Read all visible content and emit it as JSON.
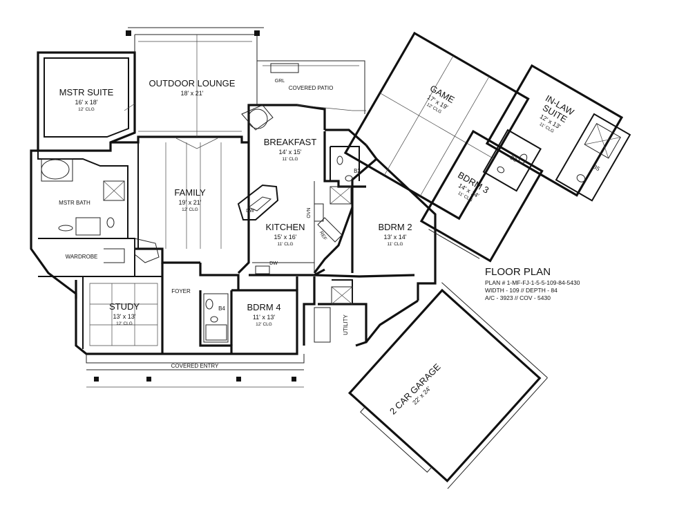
{
  "plan_info": {
    "title": "FLOOR PLAN",
    "lines": [
      "PLAN # 1-MF-FJ-1-5-5-109-84-5430",
      "WIDTH - 109 // DEPTH - 84",
      "A/C - 3923 // COV - 5430"
    ]
  },
  "rooms": {
    "mstr_suite": {
      "name": "MSTR SUITE",
      "dim": "16' x 18'",
      "clg": "12' CLG"
    },
    "outdoor_lounge": {
      "name": "OUTDOOR LOUNGE",
      "dim": "18' x 21'"
    },
    "covered_patio": {
      "name": "COVERED PATIO"
    },
    "breakfast": {
      "name": "BREAKFAST",
      "dim": "14' x 15'",
      "clg": "11' CLG"
    },
    "game": {
      "name": "GAME",
      "dim": "17' x 19'",
      "clg": "12' CLG"
    },
    "in_law_suite": {
      "name1": "IN-LAW",
      "name2": "SUITE",
      "dim": "12' x 13'",
      "clg": "11' CLG"
    },
    "mstr_bath": {
      "name": "MSTR BATH"
    },
    "family": {
      "name": "FAMILY",
      "dim": "19' x 21'",
      "clg": "12' CLG"
    },
    "kitchen": {
      "name": "KITCHEN",
      "dim": "15' x 16'",
      "clg": "11' CLG"
    },
    "bdrm2": {
      "name": "BDRM 2",
      "dim": "13' x 14'",
      "clg": "11' CLG"
    },
    "bdrm3": {
      "name": "BDRM 3",
      "dim": "14' x 14'",
      "clg": "11' CLG"
    },
    "wardrobe": {
      "name": "WARDROBE"
    },
    "study": {
      "name": "STUDY",
      "dim": "13' x 13'",
      "clg": "12' CLG"
    },
    "foyer": {
      "name": "FOYER"
    },
    "bdrm4": {
      "name": "BDRM 4",
      "dim": "11' x 13'",
      "clg": "12' CLG"
    },
    "utility": {
      "name": "UTILITY"
    },
    "covered_entry": {
      "name": "COVERED ENTRY"
    },
    "garage": {
      "name": "2 CAR GARAGE",
      "dim": "22' x 24'"
    }
  },
  "fixtures": {
    "b2": "B2",
    "b3": "B3",
    "b4": "B4",
    "b5": "B5",
    "grl": "GRL",
    "dw": "DW",
    "dw2": "DW",
    "ref": "REF",
    "ovn": "OVN"
  }
}
